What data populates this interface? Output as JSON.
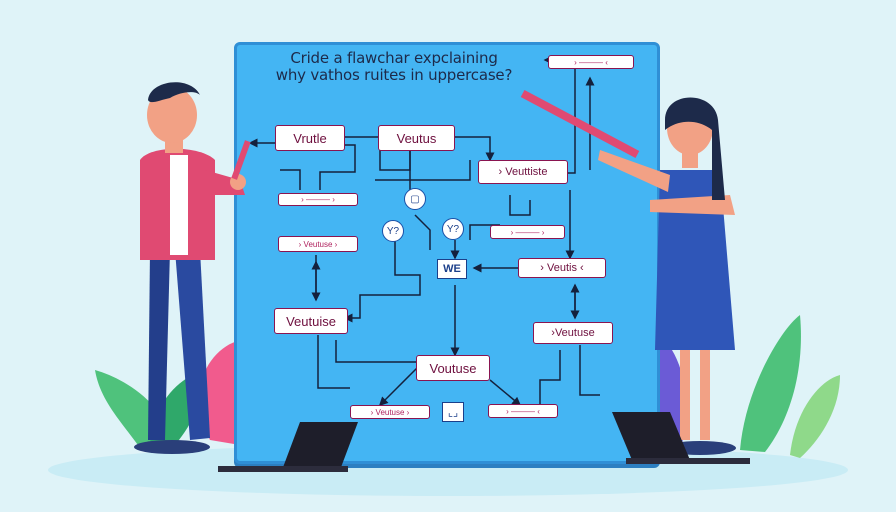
{
  "board": {
    "title_line1": "Cride a flawchar expclaining",
    "title_line2": "why vathos ruites in  uppercase?"
  },
  "nodes": {
    "vrutle": "Vrutle",
    "veutus": "Veutus",
    "veuttiste": "› Veuttiste",
    "veuttuse_left": "Veutuise",
    "veutuse_bottom": "Voutuse",
    "veutis": "› Veutis ‹",
    "veutuse_right": "›Veutuse",
    "veutuse_small_left": "› Veutuse ›",
    "veutuse_small_bottom": "› Veutuse ›",
    "we_box": "WE",
    "q_circle_1": "Y?",
    "q_circle_2": "Y?"
  },
  "colors": {
    "board": "#44b5f3",
    "node_border": "#8a1450",
    "shirt_man": "#e04a72",
    "dress_woman": "#2f56b8",
    "plant_pink": "#f15b8d",
    "plant_green": "#4fc27c"
  }
}
